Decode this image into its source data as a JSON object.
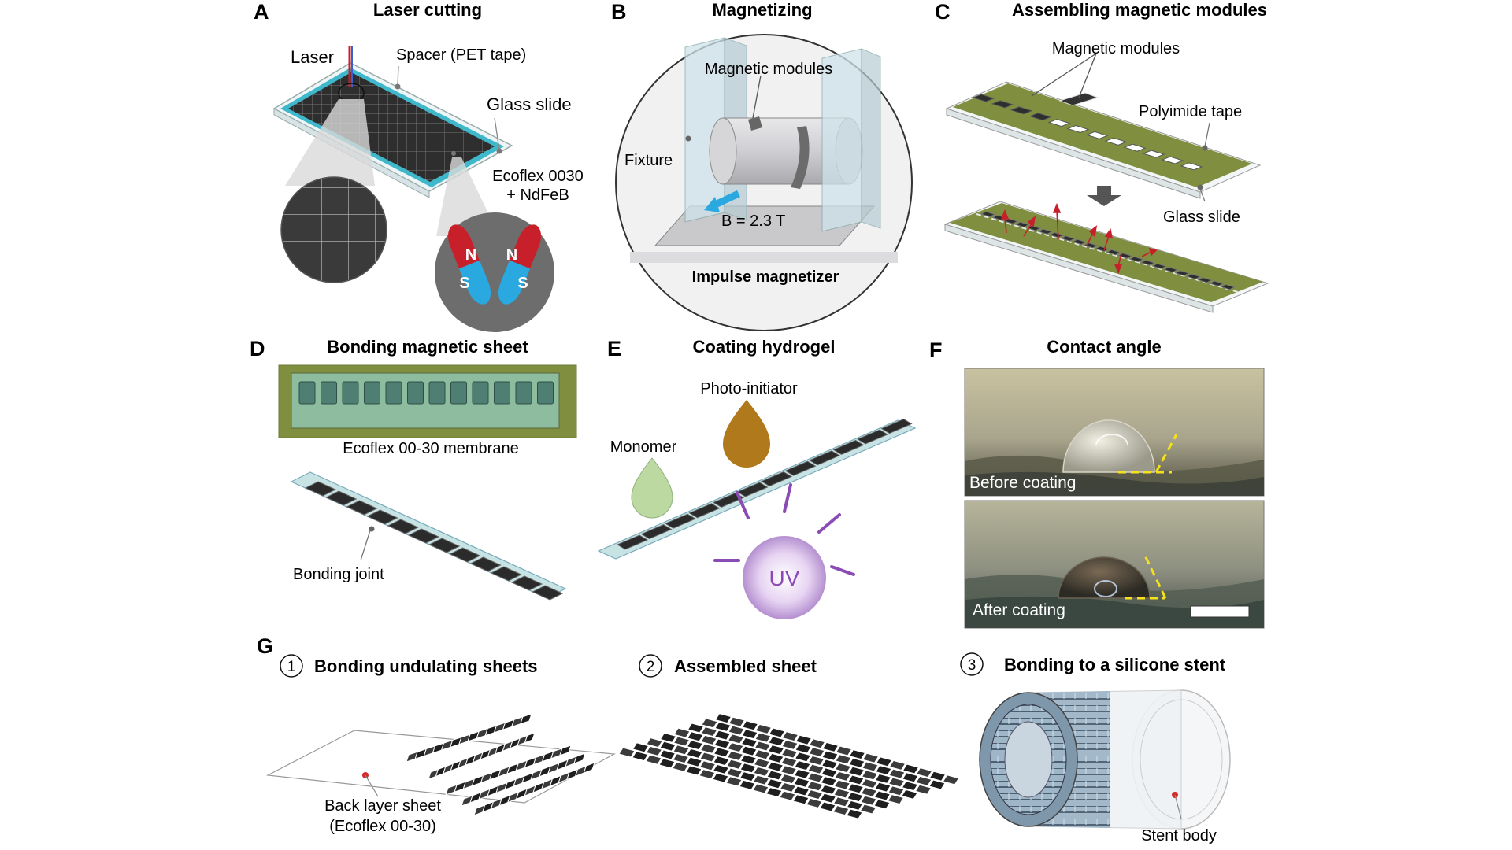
{
  "panels": {
    "A": {
      "letter": "A",
      "title": "Laser cutting",
      "laser": "Laser",
      "spacer": "Spacer (PET tape)",
      "glass": "Glass slide",
      "ecoflex_1": "Ecoflex 0030",
      "ecoflex_2": "+ NdFeB",
      "n": "N",
      "s": "S"
    },
    "B": {
      "letter": "B",
      "title": "Magnetizing",
      "modules": "Magnetic modules",
      "fixture": "Fixture",
      "field": "B = 2.3 T",
      "magnetizer": "Impulse magnetizer"
    },
    "C": {
      "letter": "C",
      "title": "Assembling magnetic modules",
      "modules": "Magnetic modules",
      "polyimide": "Polyimide tape",
      "glass": "Glass slide"
    },
    "D": {
      "letter": "D",
      "title": "Bonding magnetic sheet",
      "membrane": "Ecoflex 00-30 membrane",
      "joint": "Bonding joint"
    },
    "E": {
      "letter": "E",
      "title": "Coating hydrogel",
      "photo": "Photo-initiator",
      "monomer": "Monomer",
      "uv": "UV"
    },
    "F": {
      "letter": "F",
      "title": "Contact angle",
      "before": "Before coating",
      "after": "After coating"
    },
    "G": {
      "letter": "G",
      "step1_num": "1",
      "step1": "Bonding undulating sheets",
      "step2_num": "2",
      "step2": "Assembled sheet",
      "step3_num": "3",
      "step3": "Bonding to a silicone stent",
      "back_1": "Back layer sheet",
      "back_2": "(Ecoflex 00-30)",
      "stent": "Stent body"
    }
  },
  "colors": {
    "glass_edge": "#3fb8cc",
    "dark_sheet": "#3a3a3a",
    "olive_tape": "#7f8f3f",
    "magnet_red": "#c8202a",
    "magnet_blue": "#2aa8e0",
    "uv_purple": "#8a4bb5",
    "monomer_green": "#bcd9a2",
    "photo_brown": "#b07a1c",
    "field_arrow": "#2aa8e0",
    "angle_line": "#f5e21b"
  }
}
